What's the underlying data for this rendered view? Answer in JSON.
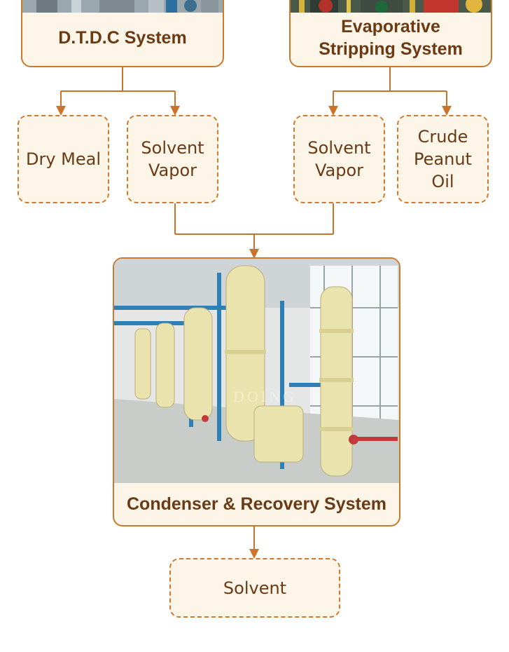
{
  "nodes": {
    "dtdc": "D.T.D.C System",
    "evaporative": "Evaporative\nStripping System",
    "dry_meal": "Dry Meal",
    "solvent_vapor_left": "Solvent\nVapor",
    "solvent_vapor_right": "Solvent\nVapor",
    "crude_peanut_oil": "Crude\nPeanut\nOil",
    "condenser": "Condenser & Recovery System",
    "solvent": "Solvent"
  },
  "photo": {
    "watermark": "DOING"
  },
  "colors": {
    "accent_border": "#c97a2c",
    "box_fill": "#fdf6e8",
    "text": "#6b3a14",
    "connector": "#c9742a"
  }
}
